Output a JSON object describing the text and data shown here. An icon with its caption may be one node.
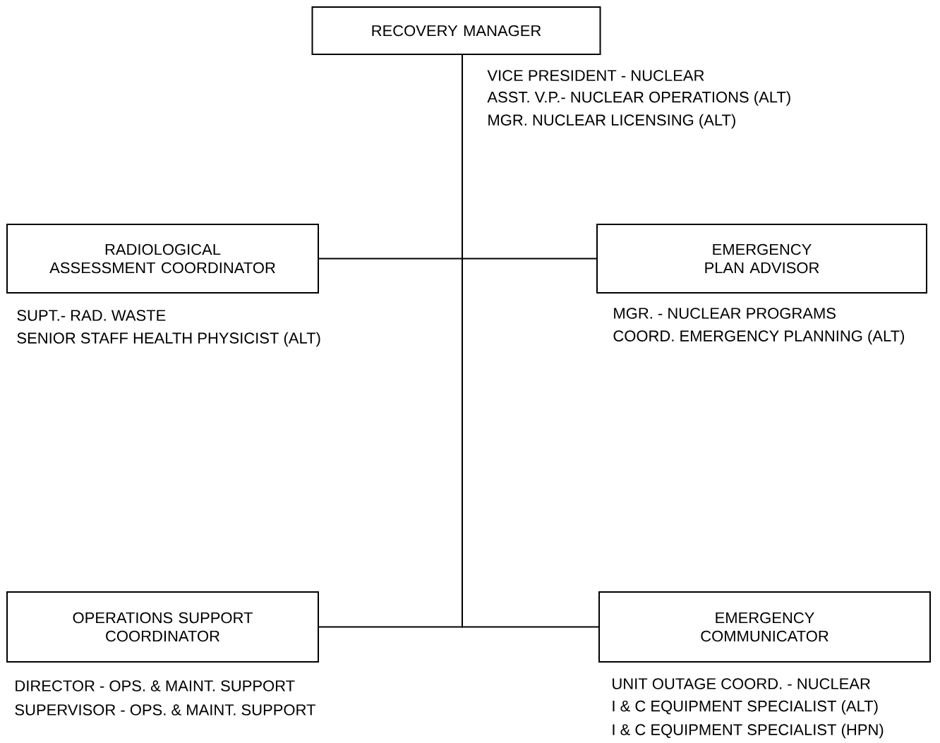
{
  "diagram": {
    "nodes": [
      {
        "text": [
          "RECOVERY MANAGER"
        ],
        "beside": [
          "VICE PRESIDENT - NUCLEAR",
          "ASST. V.P.- NUCLEAR OPERATIONS (ALT)",
          "MGR. NUCLEAR LICENSING (ALT)"
        ]
      },
      {
        "text": [
          "RADIOLOGICAL ASSESSMENT COORDINATOR"
        ],
        "beside": [
          "SUPT.- RAD. WASTE",
          "SENIOR STAFF HEALTH PHYSICIST (ALT)"
        ]
      },
      {
        "text": [
          "EMERGENCY PLAN ADVISOR"
        ],
        "beside": [
          "MGR. - NUCLEAR PROGRAMS",
          "COORD. EMERGENCY PLANNING (ALT)"
        ]
      },
      {
        "text": [
          "OPERATIONS SUPPORT COORDINATOR"
        ],
        "beside": [
          "DIRECTOR - OPS. & MAINT. SUPPORT",
          "SUPERVISOR - OPS. & MAINT. SUPPORT"
        ]
      },
      {
        "text": [
          "EMERGENCY COMMUNICATOR"
        ],
        "beside": [
          "UNIT OUTAGE COORD. - NUCLEAR",
          "I & C EQUIPMENT SPECIALIST (ALT)",
          "I & C EQUIPMENT SPECIALIST (HPN)"
        ]
      }
    ],
    "edges": [
      {
        "from": 0,
        "to": 1,
        "arrow": "none"
      },
      {
        "from": 0,
        "to": 2,
        "arrow": "none"
      },
      {
        "from": 0,
        "to": 3,
        "arrow": "none"
      },
      {
        "from": 0,
        "to": 4,
        "arrow": "none"
      }
    ]
  }
}
